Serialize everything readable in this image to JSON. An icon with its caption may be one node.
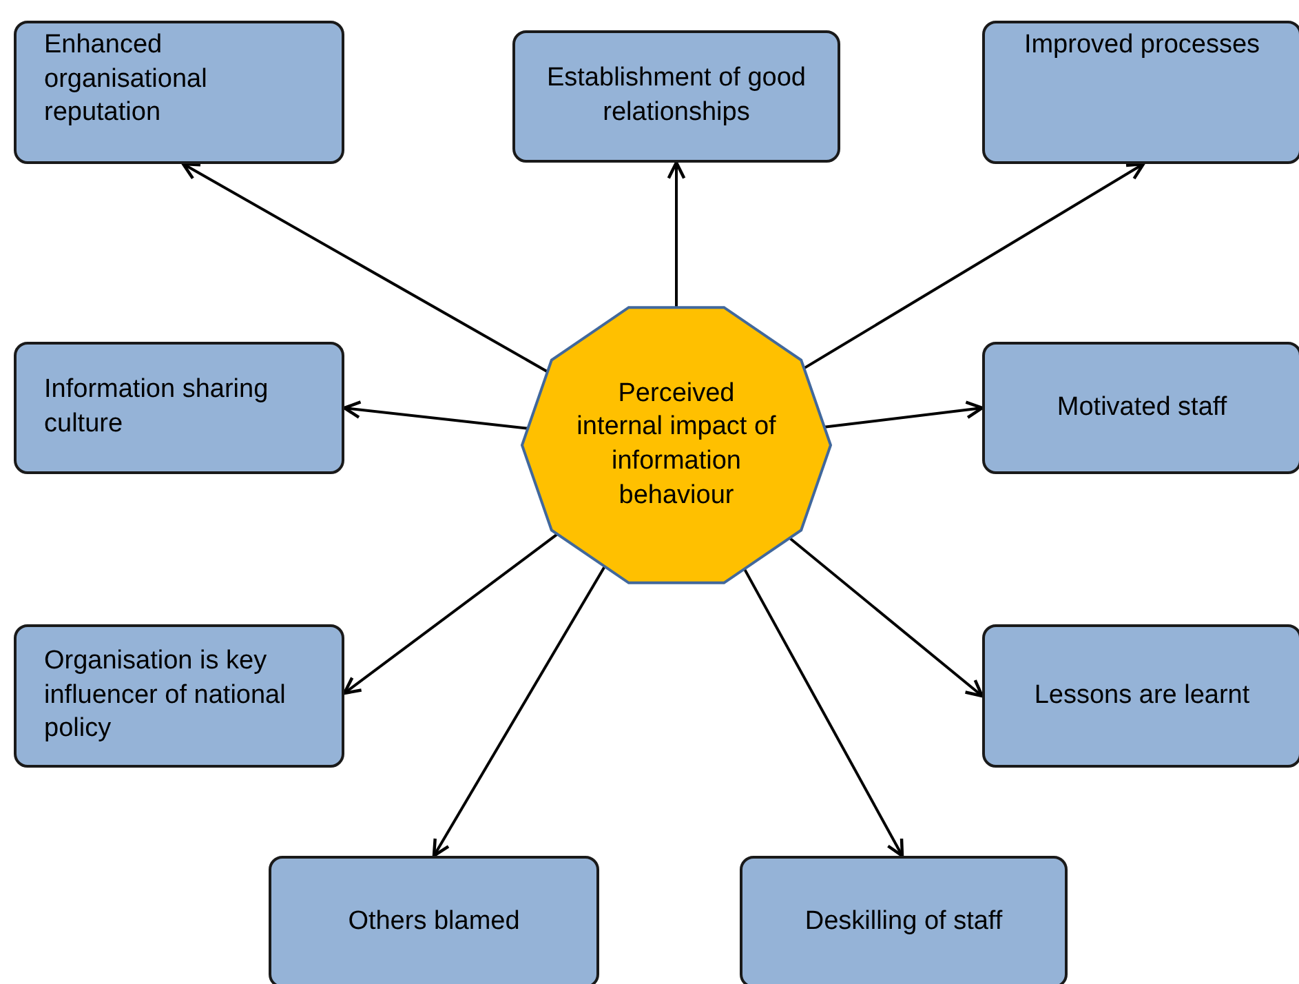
{
  "diagram": {
    "nodes": [
      {
        "text": [
          "Perceived internal impact of information behaviour"
        ]
      },
      {
        "text": [
          "Enhanced organisational reputation"
        ]
      },
      {
        "text": [
          "Establishment of good relationships"
        ]
      },
      {
        "text": [
          "Improved processes"
        ]
      },
      {
        "text": [
          "Information sharing culture"
        ]
      },
      {
        "text": [
          "Motivated staff"
        ]
      },
      {
        "text": [
          "Organisation is key influencer of national policy"
        ]
      },
      {
        "text": [
          "Lessons are learnt"
        ]
      },
      {
        "text": [
          "Others blamed"
        ]
      },
      {
        "text": [
          "Deskilling of staff"
        ]
      }
    ],
    "edges": [
      {
        "from": 0,
        "to": 1,
        "arrow": "to"
      },
      {
        "from": 0,
        "to": 2,
        "arrow": "to"
      },
      {
        "from": 0,
        "to": 3,
        "arrow": "to"
      },
      {
        "from": 0,
        "to": 4,
        "arrow": "to"
      },
      {
        "from": 0,
        "to": 5,
        "arrow": "to"
      },
      {
        "from": 0,
        "to": 6,
        "arrow": "to"
      },
      {
        "from": 0,
        "to": 7,
        "arrow": "to"
      },
      {
        "from": 0,
        "to": 8,
        "arrow": "to"
      },
      {
        "from": 0,
        "to": 9,
        "arrow": "to"
      }
    ]
  }
}
